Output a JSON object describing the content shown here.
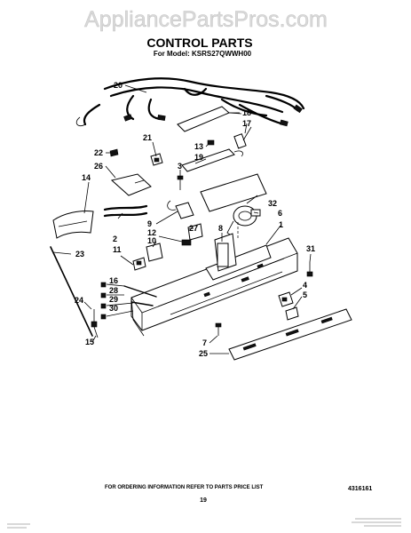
{
  "watermark": "AppliancePartsPros.com",
  "title": "CONTROL PARTS",
  "subtitle": "For Model: KSRS27QWWH00",
  "footer": {
    "note": "FOR ORDERING INFORMATION REFER TO PARTS PRICE LIST",
    "page": "19",
    "doc_number": "4316161"
  },
  "callouts": [
    "20",
    "18",
    "17",
    "21",
    "13",
    "19",
    "3",
    "22",
    "26",
    "14",
    "32",
    "6",
    "9",
    "12",
    "10",
    "8",
    "27",
    "1",
    "2",
    "11",
    "23",
    "31",
    "16",
    "28",
    "29",
    "30",
    "24",
    "4",
    "5",
    "15",
    "7",
    "25"
  ]
}
